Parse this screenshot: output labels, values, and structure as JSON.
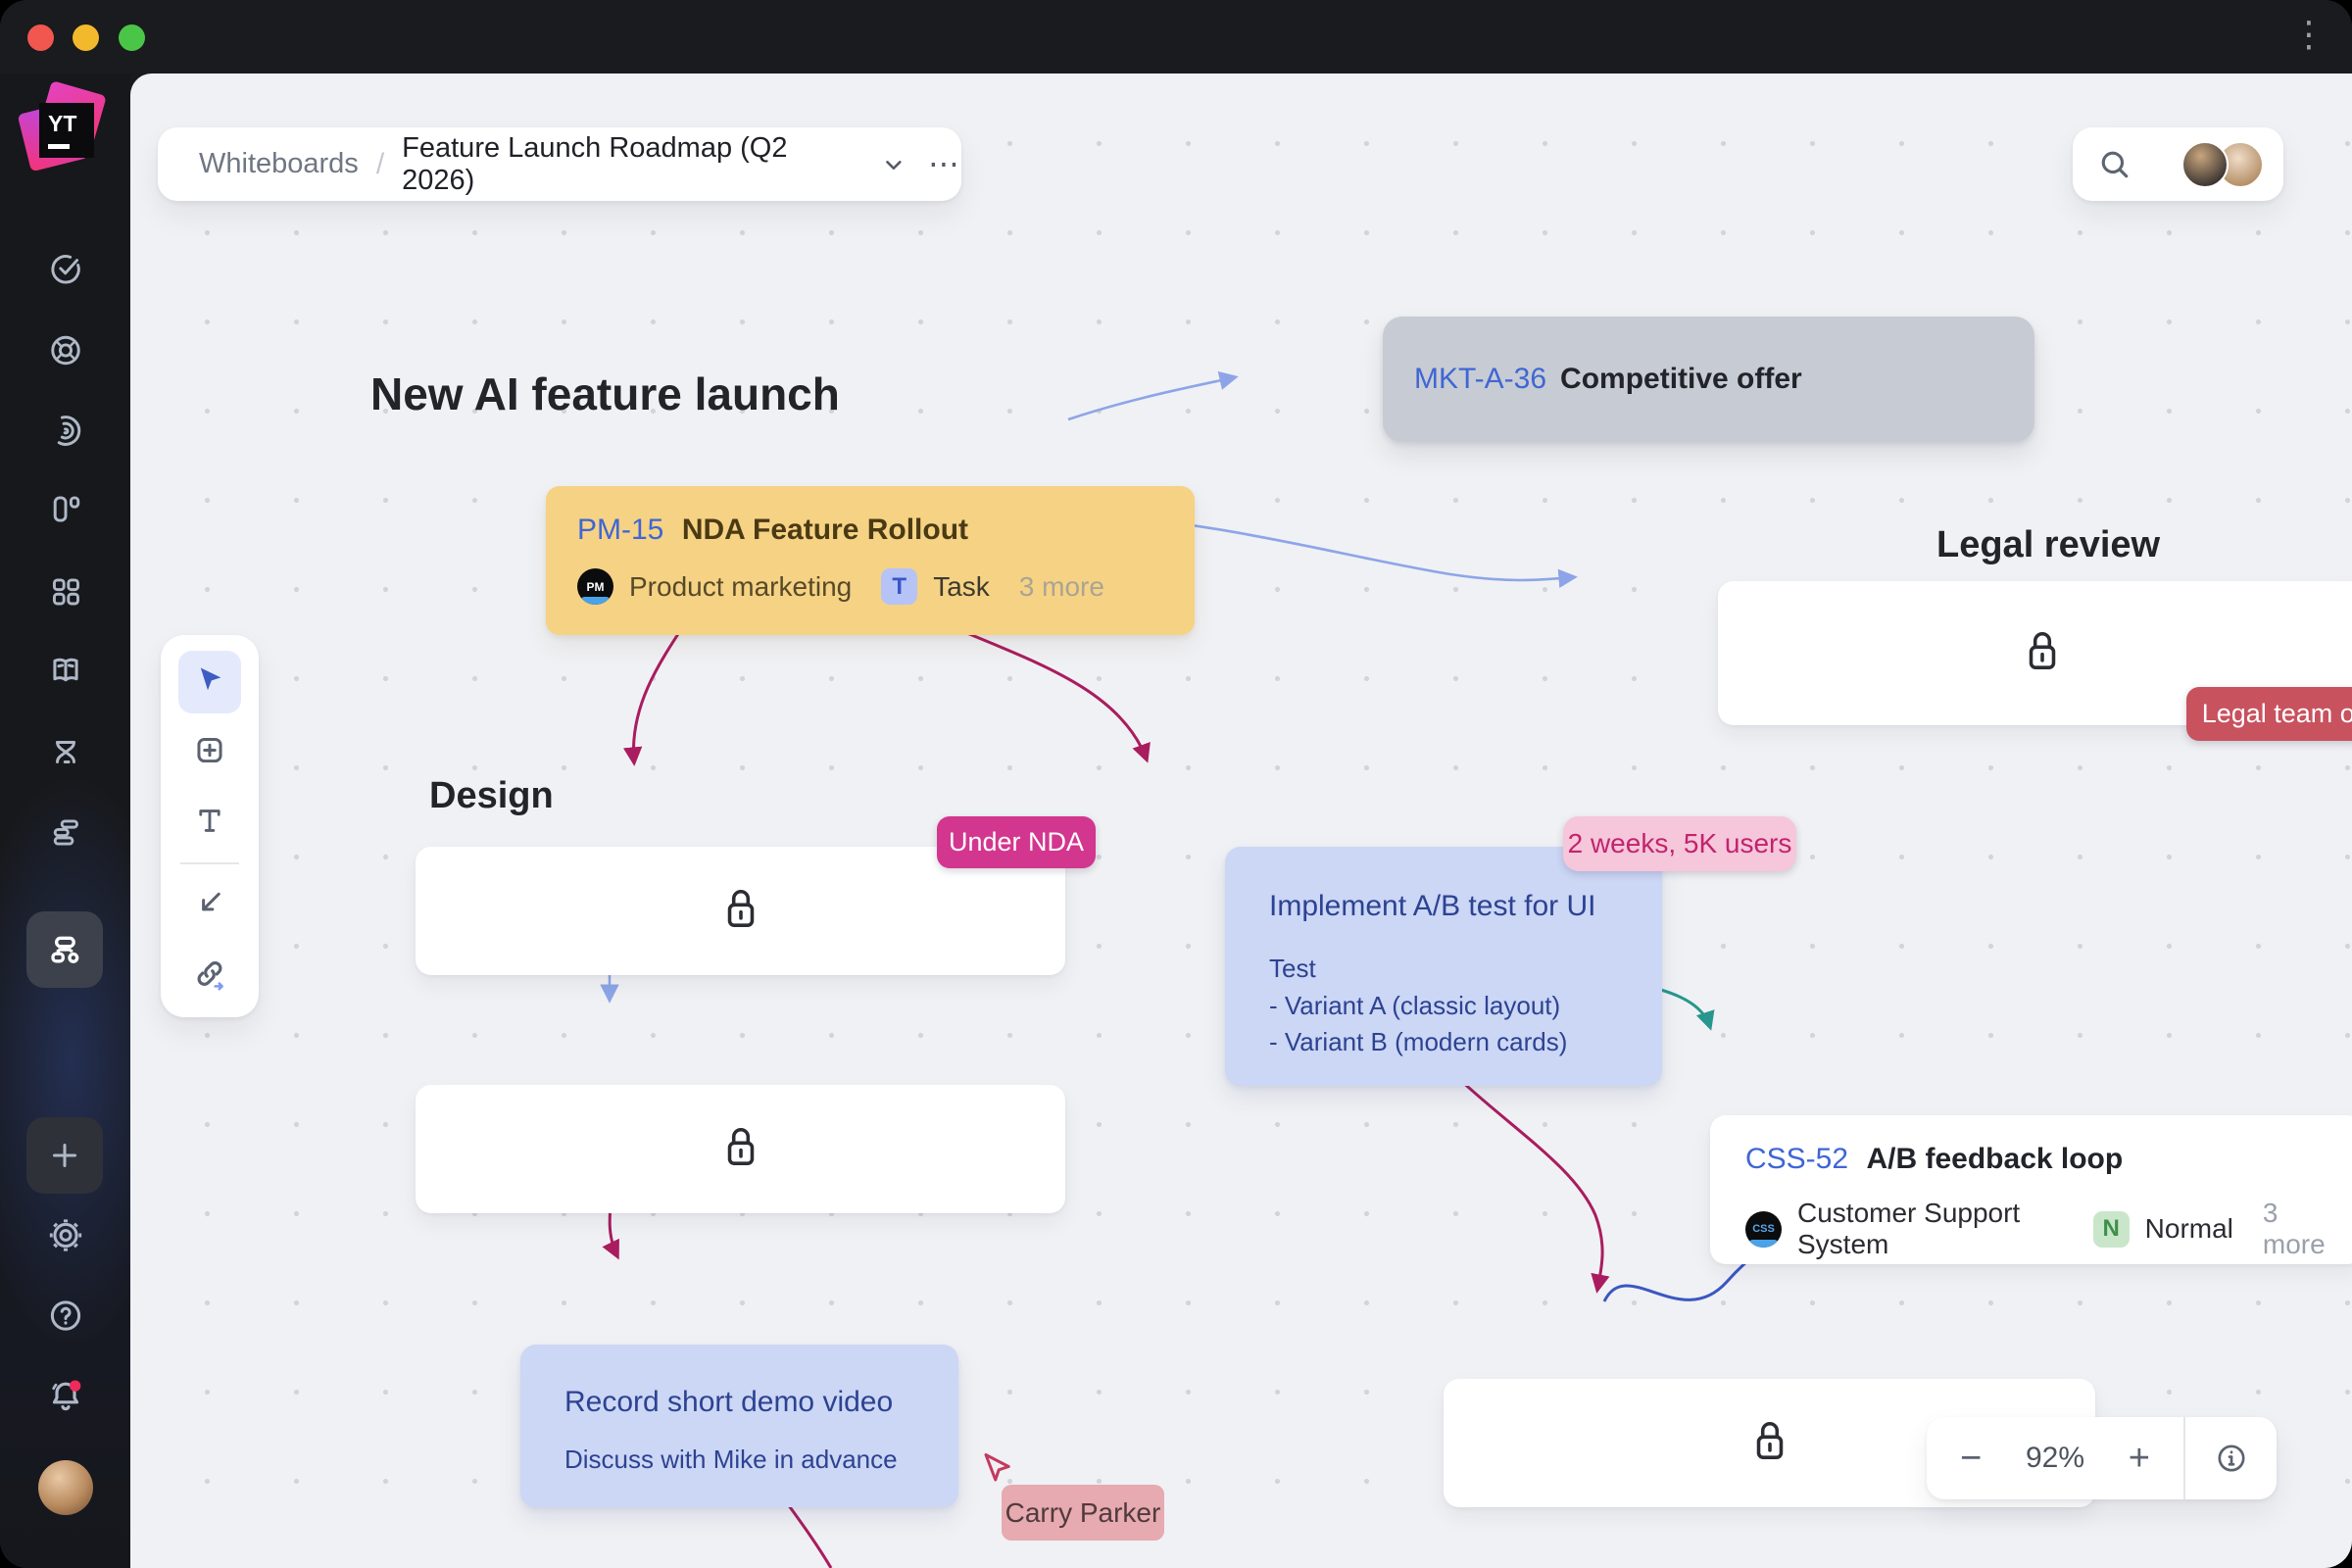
{
  "window": {
    "overflow_menu": "⋮"
  },
  "logo": {
    "text": "YT"
  },
  "breadcrumb": {
    "root": "Whiteboards",
    "separator": "/",
    "title": "Feature Launch Roadmap (Q2 2026)",
    "more_label": "⋯"
  },
  "canvas": {
    "headings": {
      "main": "New AI feature launch",
      "design": "Design",
      "legal": "Legal review"
    },
    "cards": {
      "mkt": {
        "id": "MKT-A-36",
        "title": "Competitive offer"
      },
      "pm": {
        "id": "PM-15",
        "title": "NDA Feature Rollout",
        "project_avatar": "PM",
        "project": "Product marketing",
        "type_letter": "T",
        "type_label": "Task",
        "more_label": "3 more"
      },
      "implement": {
        "title": "Implement A/B test for UI",
        "body_lines": [
          "Test",
          "- Variant A (classic layout)",
          "- Variant B (modern cards)"
        ]
      },
      "css": {
        "id": "CSS-52",
        "title": "A/B feedback loop",
        "project_avatar": "CSS",
        "project": "Customer Support System",
        "priority_letter": "N",
        "priority_label": "Normal",
        "more_label": "3 more"
      },
      "record": {
        "title": "Record short demo video",
        "subtitle": "Discuss with Mike in advance"
      }
    },
    "badges": {
      "under_nda": "Under NDA",
      "duration": "2 weeks, 5K users",
      "legal_team": "Legal team only"
    },
    "collaborator_cursor": {
      "name": "Carry Parker"
    }
  },
  "zoom_toolbar": {
    "zoom_out": "−",
    "level": "92%",
    "zoom_in": "+"
  },
  "colors": {
    "canvas_bg": "#f0f1f4",
    "card_gray": "#c7cbd3",
    "card_yellow": "#f6d284",
    "card_periwinkle": "#ccd6f5",
    "issue_link_blue": "#3f66d4",
    "badge_magenta": "#d3368f",
    "badge_red": "#c8525e",
    "badge_pink_bg": "#f6c6db",
    "badge_pink_text": "#c1246d",
    "cursor_label_bg": "#e5a4a9",
    "arrow_lightblue": "#8da5e8",
    "arrow_crimson": "#a91c5f",
    "arrow_teal": "#27968e",
    "arrow_blue": "#3a57c2",
    "traffic_red": "#f1564f",
    "traffic_yellow": "#f3b92c",
    "traffic_green": "#4bc548"
  }
}
